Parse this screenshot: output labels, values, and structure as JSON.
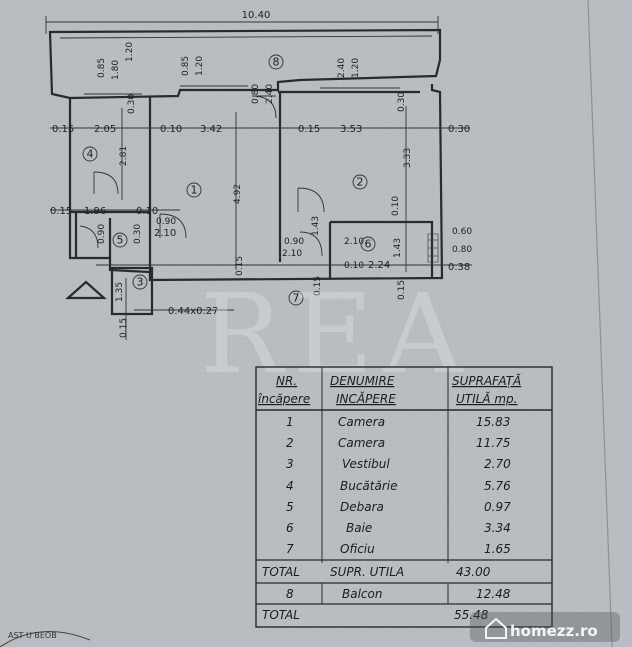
{
  "plan": {
    "overall_width": "10.40",
    "dimensions": [
      "0.85",
      "1.80",
      "1.20",
      "0.85",
      "1.20",
      "2.40",
      "1.20",
      "0.30",
      "0.30",
      "0.15",
      "2.05",
      "0.10",
      "3.42",
      "0.15",
      "3.53",
      "0.30",
      "2.81",
      "4.92",
      "3.33",
      "0.15",
      "1.96",
      "0.10",
      "0.90",
      "2.10",
      "0.90",
      "2.10",
      "2.24",
      "1.43",
      "0.60",
      "0.80",
      "0.38",
      "0.15",
      "1.35",
      "0.44x0.27",
      "0.15",
      "0.15",
      "0.15",
      "2.10",
      "0.10",
      "1.43",
      "0.10",
      "0.80",
      "2.40",
      "0.90",
      "0.30"
    ],
    "room_numbers": [
      "1",
      "2",
      "3",
      "4",
      "5",
      "6",
      "7",
      "8"
    ]
  },
  "legend": {
    "headers": {
      "nr": [
        "NR.",
        "încăpere"
      ],
      "name": [
        "DENUMIRE",
        "INCĂPERE"
      ],
      "area": [
        "SUPRAFAȚĂ",
        "UTILĂ mp."
      ]
    },
    "rows": [
      {
        "nr": "1",
        "name": "Camera",
        "area": "15.83"
      },
      {
        "nr": "2",
        "name": "Camera",
        "area": "11.75"
      },
      {
        "nr": "3",
        "name": "Vestibul",
        "area": "2.70"
      },
      {
        "nr": "4",
        "name": "Bucătărie",
        "area": "5.76"
      },
      {
        "nr": "5",
        "name": "Debara",
        "area": "0.97"
      },
      {
        "nr": "6",
        "name": "Baie",
        "area": "3.34"
      },
      {
        "nr": "7",
        "name": "Oficiu",
        "area": "1.65"
      }
    ],
    "total_label": "TOTAL",
    "total_text": "SUPR. UTILA",
    "total_value": "43.00",
    "balcon": {
      "nr": "8",
      "name": "Balcon",
      "area": "12.48"
    },
    "grand_total_label": "TOTAL",
    "grand_total_value": "55.48"
  },
  "watermark": {
    "letters": "REA"
  },
  "stamp_text": "AST U BEOB",
  "brand": "homezz.ro"
}
